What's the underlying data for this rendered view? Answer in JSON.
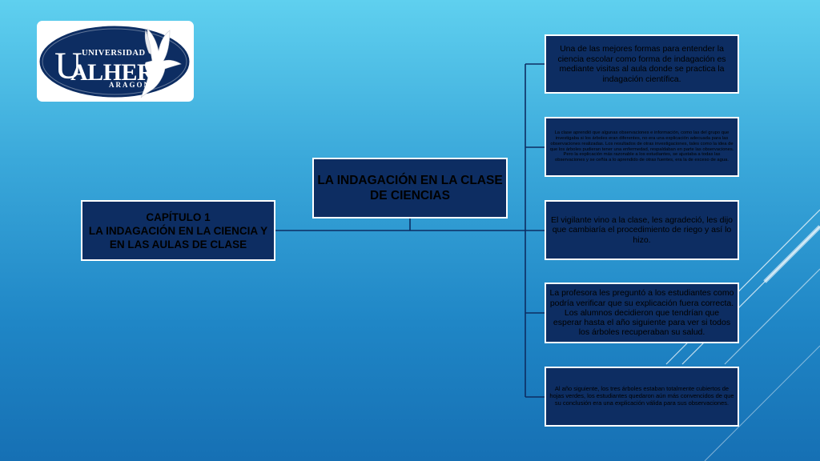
{
  "logo": {
    "top_text": "UNIVERSIDAD",
    "letter_u": "U",
    "main_text": "ALHER",
    "bottom_text": "ARAGON"
  },
  "chapter": {
    "title": "CAPÍTULO 1",
    "subtitle": "LA INDAGACIÓN EN LA CIENCIA Y EN LAS AULAS DE CLASE"
  },
  "center": {
    "title": "LA INDAGACIÓN EN LA CLASE DE CIENCIAS"
  },
  "notes": [
    "Una de las mejores formas para entender la ciencia escolar como forma de indagación es mediante visitas al aula donde se practica la indagación científica.",
    "La clase aprendió que algunas observaciones e información, como las del grupo que investigaba si los árboles eran diferentes, no era una explicación adecuada para las observaciones realizadas. Los resultados de otras investigaciones, tales como la idea de que los árboles pudieran tener una enfermedad, respaldaban en parte las observaciones. Pero la explicación más razonable a los estudiantes, se ajustaba a todas las observaciones y se ceñía a lo aprendido de otras fuentes, era la de exceso de agua.",
    "El vigilante vino a la clase, les agradeció, les dijo que cambiaría el procedimiento de riego y así lo hizo.",
    "La profesora les preguntó a los estudiantes como podría verificar que su explicación fuera correcta. Los alumnos decidieron que tendrían que esperar hasta el año siguiente para ver si todos los árboles recuperaban su salud.",
    "Al año siguiente, los tres árboles estaban totalmente cubiertos de hojas verdes, los estudiantes quedaron aún más convencidos de que su conclusión era una explicación válida para sus observaciones."
  ],
  "colors": {
    "box_fill": "#0d2d62",
    "box_border": "#ffffff",
    "connector": "#0d2d62",
    "logo_oval": "#0d2d62"
  }
}
